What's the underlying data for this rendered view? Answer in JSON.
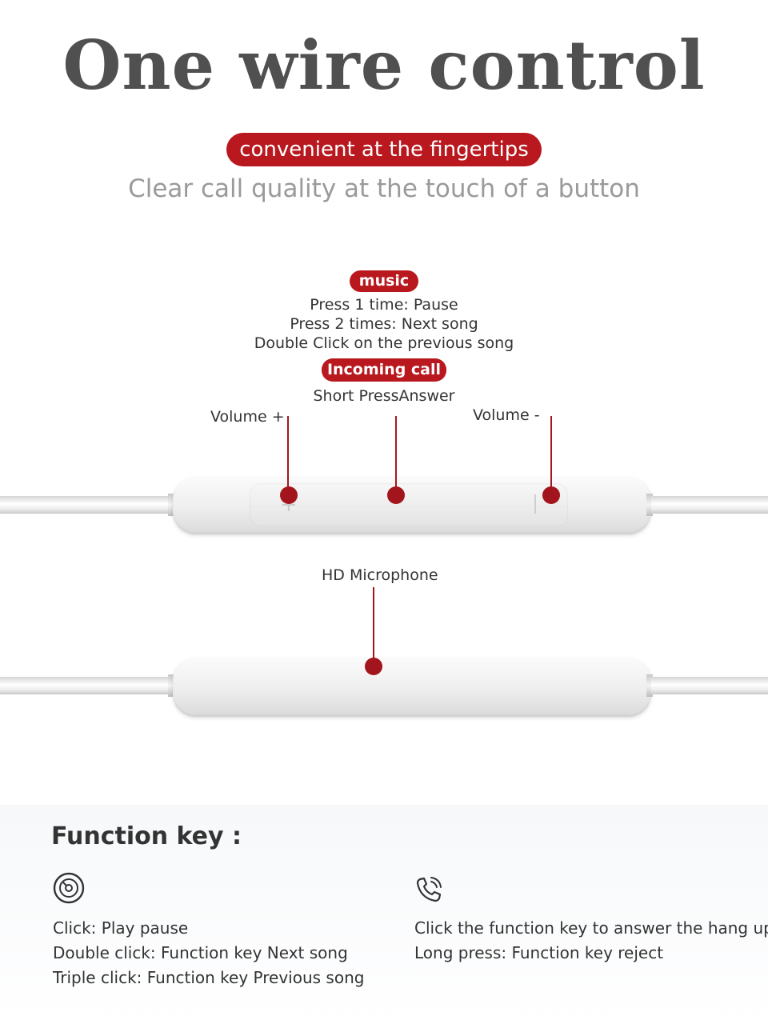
{
  "header": {
    "title": "One wire control",
    "pill": "convenient at the fingertips",
    "subtitle": "Clear call quality at the touch of a button"
  },
  "remote": {
    "music_tag": "music",
    "music_lines": [
      "Press 1 time: Pause",
      "Press 2 times: Next song",
      "Double Click on the previous song"
    ],
    "call_tag": "Incoming call",
    "call_line": "Short PressAnswer",
    "volume_up": "Volume +",
    "volume_down": "Volume -"
  },
  "microphone": {
    "label": "HD Microphone"
  },
  "function_key": {
    "title": "Function key :",
    "music_icon": "disc-icon",
    "call_icon": "phone-icon",
    "music_lines": [
      "Click: Play pause",
      "Double click: Function key Next song",
      "Triple click: Function key Previous song"
    ],
    "call_lines": [
      "Click the function key to answer the hang up",
      "Long press: Function key reject"
    ]
  },
  "colors": {
    "accent": "#b8181e",
    "headline": "#505050",
    "subtitle": "#9a9a9a"
  }
}
